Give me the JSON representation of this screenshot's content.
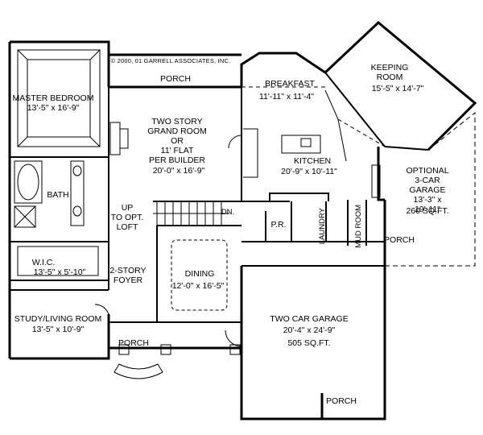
{
  "copyright": "© 2000, 01  GARRELL ASSOCIATES, INC.",
  "rooms": {
    "master_bedroom": {
      "name": "MASTER BEDROOM",
      "dims": "13'-5\" x 16'-9\""
    },
    "porch_rear": {
      "name": "PORCH"
    },
    "grand_room": {
      "name": "TWO STORY\nGRAND ROOM\nOR\n11' FLAT\nPER BUILDER",
      "dims": "20'-0\" x 16'-9\""
    },
    "breakfast": {
      "name": "BREAKFAST",
      "dims": "11'-11\" x 11'-4\""
    },
    "keeping_room": {
      "name": "KEEPING\nROOM",
      "dims": "15'-5\" x 14'-7\""
    },
    "kitchen": {
      "name": "KITCHEN",
      "dims": "20'-9\" x 10'-11\""
    },
    "optional_garage": {
      "name": "OPTIONAL\n3-CAR\nGARAGE",
      "dims": "13'-3\" x 19'-11\"",
      "area": "260 SQ.FT."
    },
    "bath": {
      "name": "BATH"
    },
    "stair_up": {
      "name": "UP\nTO OPT.\nLOFT"
    },
    "stair_dn": {
      "name": "DN."
    },
    "powder_room": {
      "name": "P.R."
    },
    "laundry": {
      "name": "LAUNDRY"
    },
    "mud_room": {
      "name": "MUD ROOM"
    },
    "porch_side": {
      "name": "PORCH"
    },
    "wic": {
      "name": "W.I.C.",
      "dims": "13'-5\" x 5'-10\""
    },
    "foyer": {
      "name": "2-STORY\nFOYER"
    },
    "dining": {
      "name": "DINING",
      "dims": "12'-0\" x 16'-5\""
    },
    "study": {
      "name": "STUDY/LIVING ROOM",
      "dims": "13'-5\" x 10'-9\""
    },
    "porch_front": {
      "name": "PORCH"
    },
    "two_car_garage": {
      "name": "TWO CAR GARAGE",
      "dims": "20'-4\" x 24'-9\"",
      "area": "505 SQ.FT."
    },
    "porch_garage": {
      "name": "PORCH"
    }
  }
}
